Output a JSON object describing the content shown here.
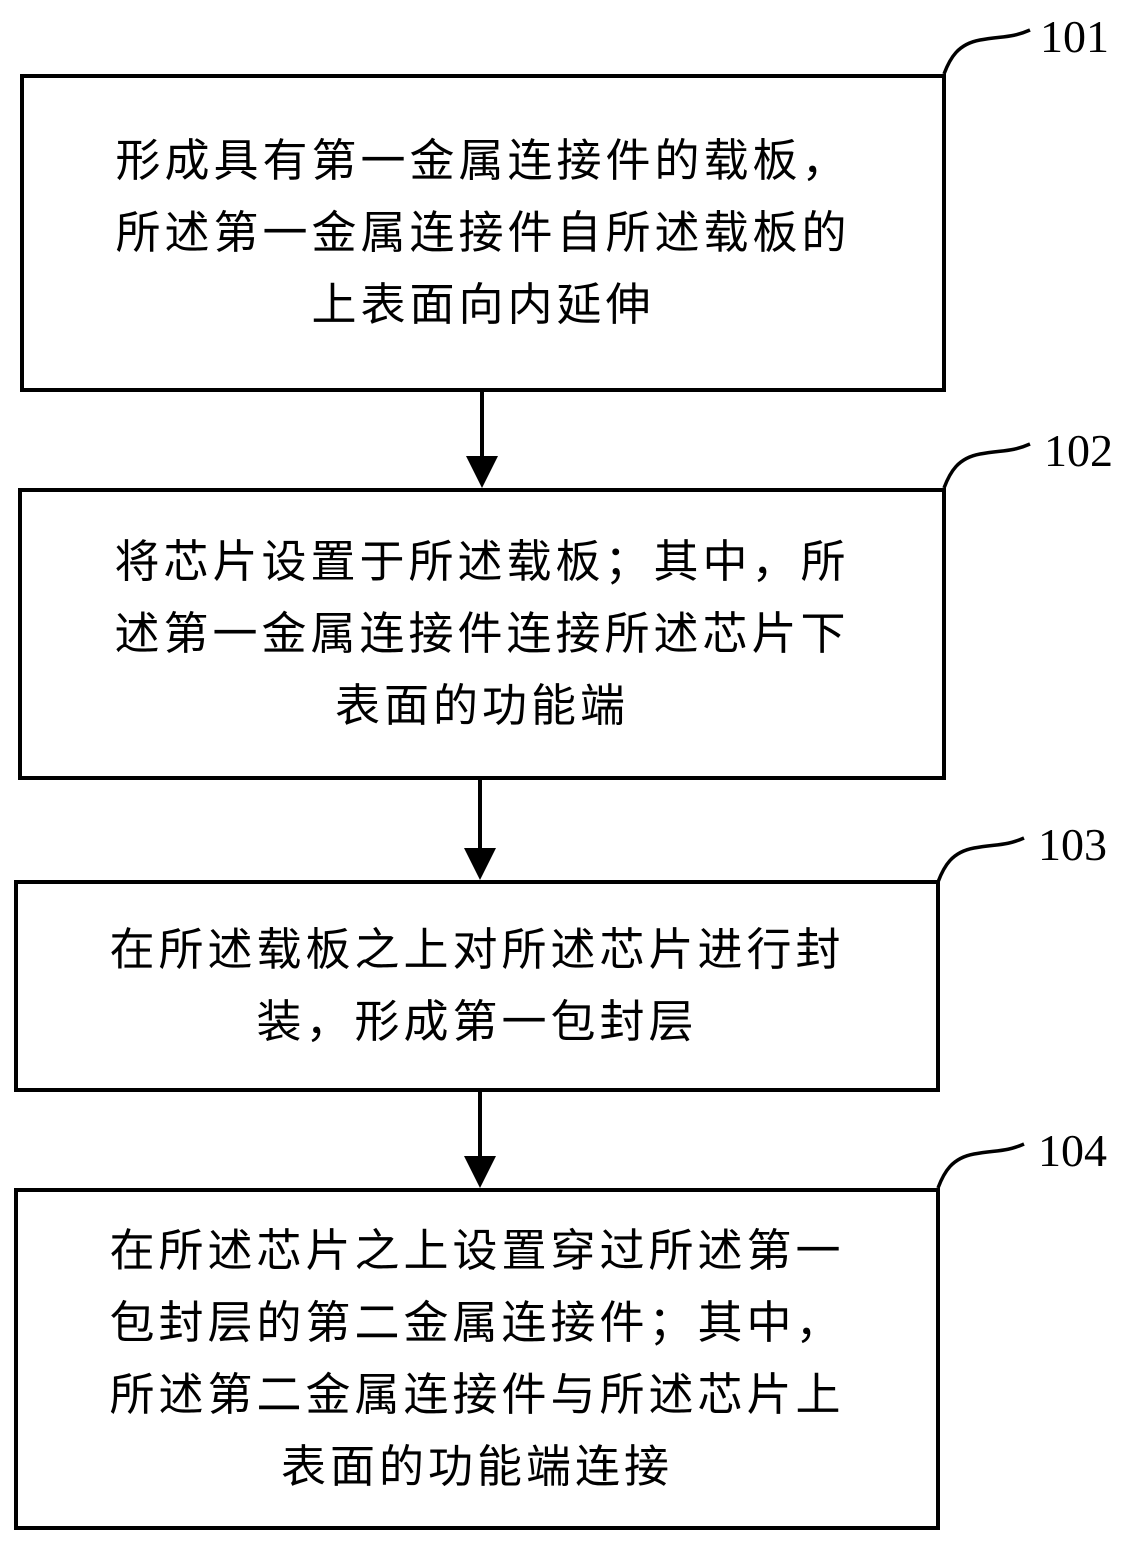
{
  "steps": [
    {
      "label": "101",
      "lines": [
        "形成具有第一金属连接件的载板，",
        "所述第一金属连接件自所述载板的",
        "上表面向内延伸"
      ]
    },
    {
      "label": "102",
      "lines": [
        "将芯片设置于所述载板；其中，所",
        "述第一金属连接件连接所述芯片下",
        "表面的功能端"
      ]
    },
    {
      "label": "103",
      "lines": [
        "在所述载板之上对所述芯片进行封",
        "装，形成第一包封层"
      ]
    },
    {
      "label": "104",
      "lines": [
        "在所述芯片之上设置穿过所述第一",
        "包封层的第二金属连接件；其中，",
        "所述第二金属连接件与所述芯片上",
        "表面的功能端连接"
      ]
    }
  ]
}
